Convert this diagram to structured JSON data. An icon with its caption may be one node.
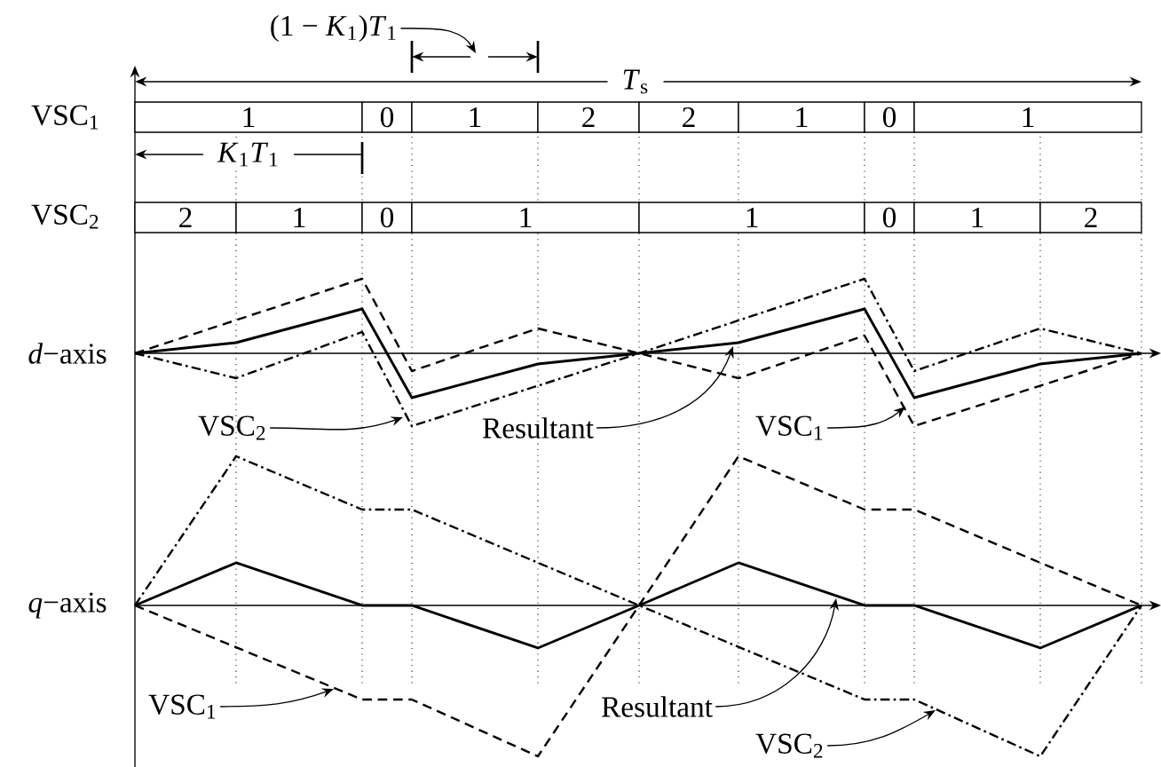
{
  "diagram": {
    "nodes": [
      {
        "text": [
          "(1 − *K*$_{1}$)*T*$_{1}$"
        ]
      },
      {
        "text": [
          "1"
        ]
      },
      {
        "text": [
          "0"
        ]
      },
      {
        "text": [
          "1"
        ]
      },
      {
        "text": [
          "2"
        ]
      },
      {
        "text": [
          "2"
        ]
      },
      {
        "text": [
          "1"
        ]
      },
      {
        "text": [
          "0"
        ]
      },
      {
        "text": [
          "1"
        ]
      },
      {
        "text": [
          "2"
        ]
      },
      {
        "text": [
          "1"
        ]
      },
      {
        "text": [
          "0"
        ]
      },
      {
        "text": [
          "1"
        ]
      },
      {
        "text": [
          "1"
        ]
      },
      {
        "text": [
          "0"
        ]
      },
      {
        "text": [
          "1"
        ]
      },
      {
        "text": [
          "2"
        ]
      },
      {
        "text": [
          "VSC$_{2}$"
        ]
      },
      {
        "text": [
          "Resultant"
        ]
      },
      {
        "text": [
          "VSC$_{1}$"
        ]
      },
      {
        "text": [
          "VSC$_{1}$"
        ]
      },
      {
        "text": [
          "Resultant"
        ]
      },
      {
        "text": [
          "VSC$_{2}$"
        ]
      }
    ],
    "edges": [
      {
        "from": 0,
        "to": null,
        "arrow": "to"
      },
      {
        "from": 17,
        "to": null,
        "arrow": "to"
      },
      {
        "from": 18,
        "to": null,
        "arrow": "to"
      },
      {
        "from": 19,
        "to": null,
        "arrow": "to"
      },
      {
        "from": 20,
        "to": null,
        "arrow": "to"
      },
      {
        "from": 21,
        "to": null,
        "arrow": "to"
      },
      {
        "from": 22,
        "to": null,
        "arrow": "to"
      }
    ],
    "labels": [
      "*T*$_{s}$",
      "VSC$_{1}$",
      "*K*$_{1}$*T*$_{1}$",
      "VSC$_{2}$",
      "*d*−axis",
      "*q*−axis"
    ]
  }
}
